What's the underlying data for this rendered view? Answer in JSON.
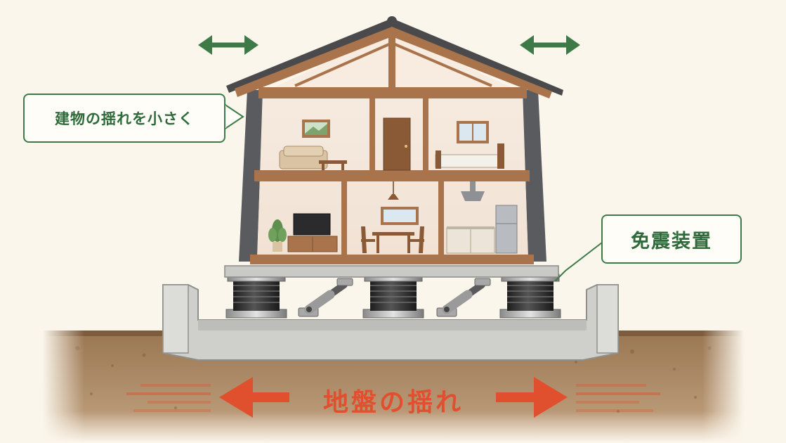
{
  "labels": {
    "building_sway": "建物の揺れを小さく",
    "isolation_device": "免震装置",
    "ground_shaking": "地盤の揺れ"
  },
  "colors": {
    "background": "#fbf6ec",
    "green_accent": "#3e7a48",
    "red_accent": "#e0502e",
    "roof": "#4a4a4c",
    "timber": "#a9744c",
    "concrete": "#cfcfcc",
    "soil": "#8c6a4a"
  },
  "icons": {
    "building_arrows": "double-headed-horizontal-arrow",
    "ground_arrows": "left-right-arrows-with-motion-lines",
    "isolators": "laminated-rubber-bearing",
    "dampers": "oil-damper"
  }
}
